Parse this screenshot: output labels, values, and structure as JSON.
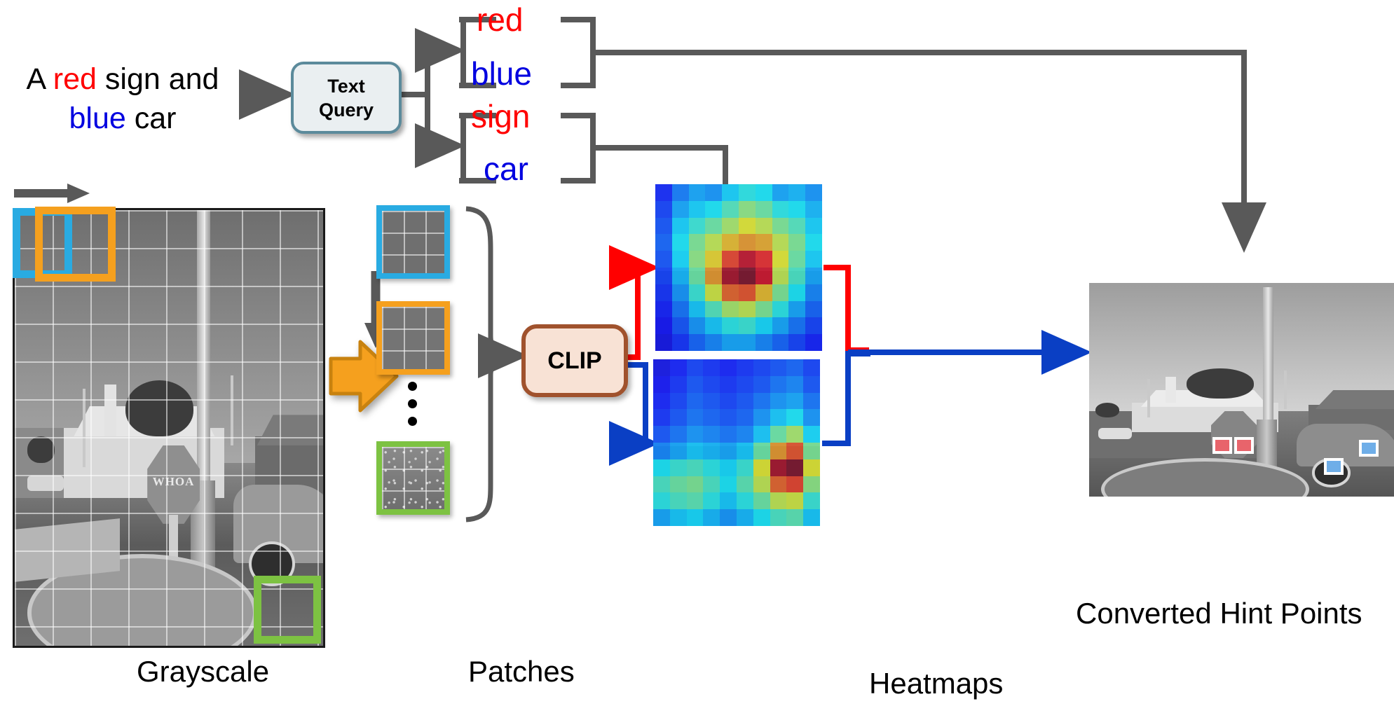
{
  "figure": {
    "title": "CLIP hint point extraction pipeline",
    "type": "pipeline-diagram"
  },
  "query": {
    "parts": [
      {
        "text": "A ",
        "color": "#000000"
      },
      {
        "text": "red",
        "color": "#FF0000"
      },
      {
        "text": " sign and",
        "color": "#000000"
      },
      {
        "text": "blue",
        "color": "#0000E0"
      },
      {
        "text": " car",
        "color": "#000000"
      }
    ],
    "line1_a": "A ",
    "line1_red": "red",
    "line1_b": " sign and",
    "line2_blue": "blue",
    "line2_b": " car"
  },
  "boxes": {
    "text_query_line1": "Text",
    "text_query_line2": "Query",
    "clip": "CLIP"
  },
  "words": {
    "color_group": [
      {
        "label": "red",
        "color": "#FF0000"
      },
      {
        "label": "blue",
        "color": "#0000E0"
      }
    ],
    "object_group": [
      {
        "label": "sign",
        "color": "#FF0000"
      },
      {
        "label": "car",
        "color": "#0000E0"
      }
    ],
    "red": "red",
    "blue": "blue",
    "sign": "sign",
    "car": "car"
  },
  "labels": {
    "grayscale": "Grayscale",
    "patches": "Patches",
    "heatmaps": "Heatmaps",
    "converted_hint_points": "Converted Hint Points"
  },
  "colors": {
    "red": "#FF0000",
    "blue": "#0000E0",
    "arrow_gray": "#595959",
    "patch_blue_border": "#29ABE2",
    "patch_orange_border": "#F5A01E",
    "patch_green_border": "#7DC242",
    "clip_fill": "#F8E2D5",
    "clip_border": "#A0522D",
    "text_query_fill": "#EAEFF1",
    "text_query_border": "#5B8A9B",
    "orange_arrow": "#F5A01E",
    "hint_red": "#E8646B",
    "hint_blue": "#6FAEE8"
  },
  "patches": [
    {
      "name": "patch-blue",
      "border": "#29ABE2",
      "grid": "3x3"
    },
    {
      "name": "patch-orange",
      "border": "#F5A01E",
      "grid": "3x3"
    },
    {
      "name": "patch-ellipsis",
      "glyph": "vertical-dots"
    },
    {
      "name": "patch-green",
      "border": "#7DC242",
      "grid": "3x3"
    }
  ],
  "heatmaps": [
    {
      "name": "heatmap-sign",
      "arrow_color": "#FF0000",
      "peak": "stop sign (center)",
      "scene": "street with WHOA sign"
    },
    {
      "name": "heatmap-car",
      "arrow_color": "#0000E0",
      "peak": "car (right side)",
      "scene": "street with WHOA sign"
    }
  ],
  "hint_points": [
    {
      "name": "hint-point-red-1",
      "color": "#E8646B",
      "target": "sign"
    },
    {
      "name": "hint-point-red-2",
      "color": "#E8646B",
      "target": "sign"
    },
    {
      "name": "hint-point-blue-1",
      "color": "#6FAEE8",
      "target": "car"
    },
    {
      "name": "hint-point-blue-2",
      "color": "#6FAEE8",
      "target": "car"
    }
  ],
  "sign_text": "WHOA",
  "chart_data": {
    "type": "heatmap",
    "title": "CLIP patch-similarity heatmaps",
    "colormap": "jet (blue=low, red=high)",
    "grid": [
      10,
      10
    ],
    "maps": [
      {
        "name": "red / sign",
        "peak_cell": [
          5,
          5
        ],
        "peak_value": 1.0,
        "values": [
          [
            0.15,
            0.25,
            0.3,
            0.28,
            0.35,
            0.4,
            0.38,
            0.3,
            0.32,
            0.28
          ],
          [
            0.18,
            0.3,
            0.35,
            0.38,
            0.45,
            0.52,
            0.48,
            0.4,
            0.38,
            0.32
          ],
          [
            0.2,
            0.35,
            0.42,
            0.48,
            0.55,
            0.62,
            0.58,
            0.5,
            0.45,
            0.35
          ],
          [
            0.22,
            0.38,
            0.5,
            0.58,
            0.68,
            0.72,
            0.7,
            0.58,
            0.5,
            0.38
          ],
          [
            0.2,
            0.36,
            0.52,
            0.65,
            0.82,
            0.92,
            0.85,
            0.62,
            0.48,
            0.35
          ],
          [
            0.18,
            0.32,
            0.48,
            0.72,
            0.95,
            1.0,
            0.9,
            0.58,
            0.44,
            0.3
          ],
          [
            0.16,
            0.28,
            0.42,
            0.6,
            0.78,
            0.8,
            0.68,
            0.5,
            0.38,
            0.26
          ],
          [
            0.14,
            0.24,
            0.34,
            0.45,
            0.55,
            0.58,
            0.5,
            0.4,
            0.3,
            0.22
          ],
          [
            0.12,
            0.2,
            0.28,
            0.34,
            0.4,
            0.42,
            0.36,
            0.3,
            0.24,
            0.18
          ],
          [
            0.1,
            0.16,
            0.22,
            0.26,
            0.3,
            0.3,
            0.26,
            0.22,
            0.18,
            0.14
          ]
        ]
      },
      {
        "name": "blue / car",
        "peak_cell": [
          6,
          8
        ],
        "peak_value": 1.0,
        "values": [
          [
            0.1,
            0.14,
            0.18,
            0.16,
            0.14,
            0.16,
            0.18,
            0.2,
            0.22,
            0.18
          ],
          [
            0.12,
            0.16,
            0.2,
            0.18,
            0.16,
            0.18,
            0.2,
            0.24,
            0.26,
            0.2
          ],
          [
            0.14,
            0.18,
            0.22,
            0.2,
            0.18,
            0.2,
            0.24,
            0.28,
            0.3,
            0.24
          ],
          [
            0.16,
            0.2,
            0.24,
            0.22,
            0.2,
            0.22,
            0.28,
            0.34,
            0.38,
            0.28
          ],
          [
            0.2,
            0.24,
            0.28,
            0.26,
            0.24,
            0.26,
            0.34,
            0.48,
            0.55,
            0.36
          ],
          [
            0.26,
            0.3,
            0.34,
            0.32,
            0.3,
            0.34,
            0.48,
            0.72,
            0.8,
            0.5
          ],
          [
            0.38,
            0.42,
            0.44,
            0.4,
            0.36,
            0.42,
            0.62,
            0.95,
            1.0,
            0.62
          ],
          [
            0.44,
            0.48,
            0.5,
            0.44,
            0.38,
            0.46,
            0.58,
            0.78,
            0.82,
            0.52
          ],
          [
            0.4,
            0.44,
            0.46,
            0.4,
            0.34,
            0.4,
            0.48,
            0.58,
            0.6,
            0.42
          ],
          [
            0.3,
            0.34,
            0.36,
            0.32,
            0.28,
            0.32,
            0.38,
            0.44,
            0.46,
            0.34
          ]
        ]
      }
    ]
  }
}
